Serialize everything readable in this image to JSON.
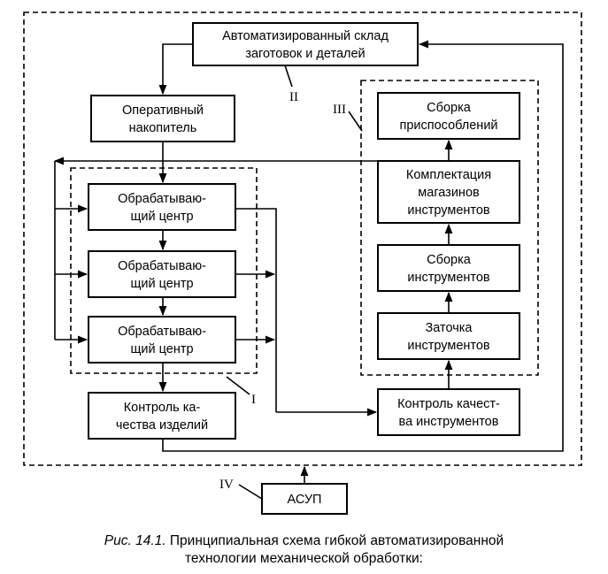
{
  "boxes": {
    "warehouse": [
      "Автоматизированный склад",
      "заготовок и деталей"
    ],
    "buffer": [
      "Оперативный",
      "накопитель"
    ],
    "mc1": [
      "Обрабатываю-",
      "щий центр"
    ],
    "mc2": [
      "Обрабатываю-",
      "щий центр"
    ],
    "mc3": [
      "Обрабатываю-",
      "щий центр"
    ],
    "quality_products": [
      "Контроль ка-",
      "чества изделий"
    ],
    "fixture_assembly": [
      "Сборка",
      "приспособлений"
    ],
    "magazine_kitting": [
      "Комплектация",
      "магазинов",
      "инструментов"
    ],
    "tool_assembly": [
      "Сборка",
      "инструментов"
    ],
    "tool_sharpening": [
      "Заточка",
      "инструментов"
    ],
    "tool_quality": [
      "Контроль качест-",
      "ва инструментов"
    ],
    "asup": [
      "АСУП"
    ]
  },
  "zone_labels": {
    "I": "I",
    "II": "II",
    "III": "III",
    "IV": "IV"
  },
  "caption": {
    "label": "Рис. 14.1.",
    "line1": "Принципиальная схема гибкой автоматизированной",
    "line2": "технологии механической обработки:"
  }
}
